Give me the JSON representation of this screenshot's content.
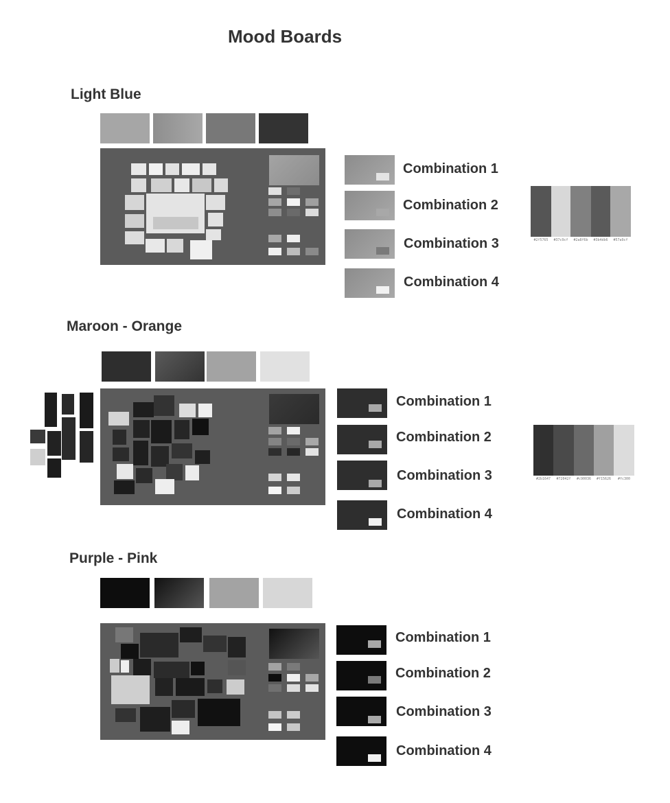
{
  "title": "Mood Boards",
  "sections": [
    {
      "name": "Light Blue",
      "swatches": [
        "#a6a6a6",
        "#959595",
        "#787878",
        "#333333"
      ],
      "combinations": [
        "Combination 1",
        "Combination 2",
        "Combination 3",
        "Combination 4"
      ],
      "palette_hex": [
        "#2f5765",
        "#37c9cf",
        "#2a8f6b",
        "#3b4db6",
        "#57a9cf"
      ]
    },
    {
      "name": "Maroon - Orange",
      "swatches": [
        "#2e2e2e",
        "#4b4b4b",
        "#a3a3a3",
        "#e1e1e1"
      ],
      "combinations": [
        "Combination 1",
        "Combination 2",
        "Combination 3",
        "Combination 4"
      ],
      "palette_hex": [
        "#2b1647",
        "#72042f",
        "#c90036",
        "#f15626",
        "#fc300"
      ]
    },
    {
      "name": "Purple - Pink",
      "swatches": [
        "#0d0d0d",
        "#3a3a3a",
        "#a3a3a3",
        "#d7d7d7"
      ],
      "combinations": [
        "Combination 1",
        "Combination 2",
        "Combination 3",
        "Combination 4"
      ]
    }
  ]
}
